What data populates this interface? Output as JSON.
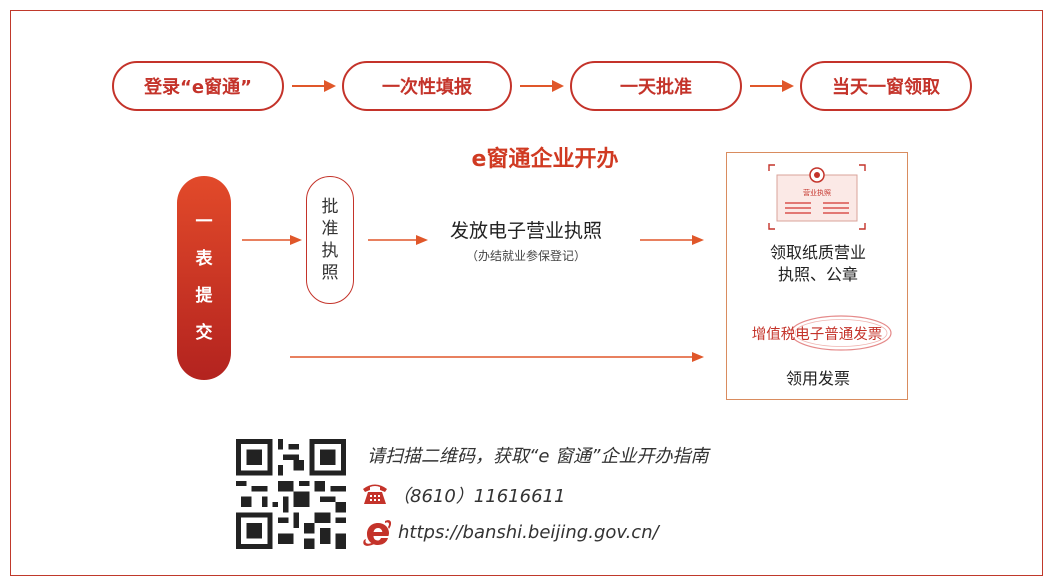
{
  "steps": [
    {
      "label": "登录“e窗通”"
    },
    {
      "label": "一次性填报"
    },
    {
      "label": "一天批准"
    },
    {
      "label": "当天一窗领取"
    }
  ],
  "title": "e窗通企业开办",
  "pill_chars": [
    "一",
    "表",
    "提",
    "交"
  ],
  "approve_chars": [
    "批",
    "准",
    "执",
    "照"
  ],
  "middle": {
    "label": "发放电子营业执照",
    "sub": "（办结就业参保登记）"
  },
  "card": {
    "license_badge": "营业执照",
    "license_text_line1": "领取纸质营业",
    "license_text_line2": "执照、公章",
    "invoice_stamp": "增值税电子普通发票",
    "invoice_text": "领用发票"
  },
  "footer": {
    "scan_text": "请扫描二维码，获取“e 窗通”企业开办指南",
    "phone": "（8610）11616611",
    "url": "https://banshi.beijing.gov.cn/"
  },
  "colors": {
    "accent": "#c4332a",
    "accent_gradient_top": "#e24a2a",
    "accent_gradient_bottom": "#b3231f",
    "arrow": "#e0572a"
  },
  "icons": [
    "arrow-right-icon",
    "qr-code-icon",
    "phone-icon",
    "ie-browser-icon",
    "business-license-icon",
    "emblem-icon"
  ]
}
